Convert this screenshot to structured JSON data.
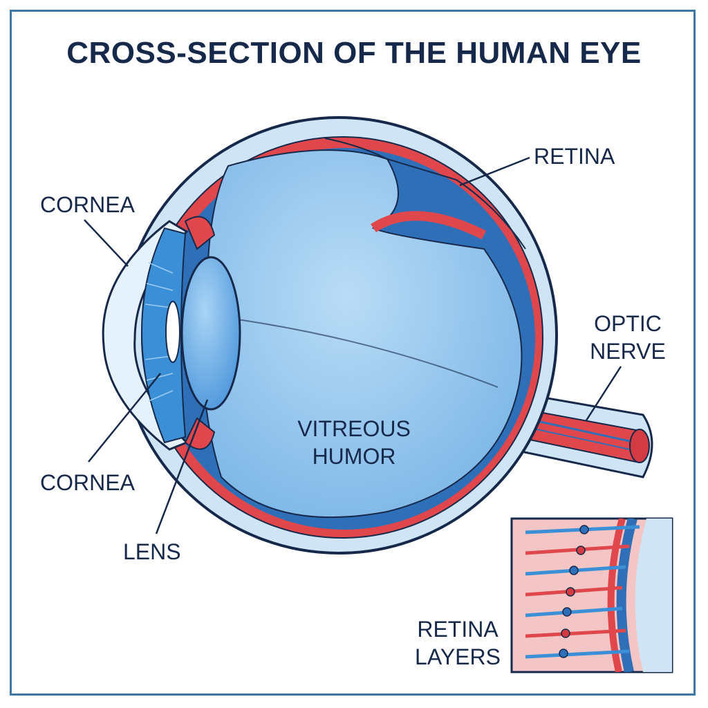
{
  "title": "CROSS-SECTION OF THE HUMAN EYE",
  "labels": {
    "cornea_top": "CORNEA",
    "cornea_bottom": "CORNEA",
    "lens": "LENS",
    "retina": "RETINA",
    "optic_nerve_line1": "OPTIC",
    "optic_nerve_line2": "NERVE",
    "vitreous_line1": "VITREOUS",
    "vitreous_line2": "HUMOR",
    "inset_line1": "RETINA",
    "inset_line2": "LAYERS"
  },
  "colors": {
    "outline": "#17294a",
    "sclera": "#cfe5f5",
    "choroid_red": "#e0474c",
    "vitreous_blue": "#8fc3ec",
    "iris_blue": "#3b8fd6",
    "lens_blue": "#6aaee6",
    "frame": "#3f78a8"
  }
}
